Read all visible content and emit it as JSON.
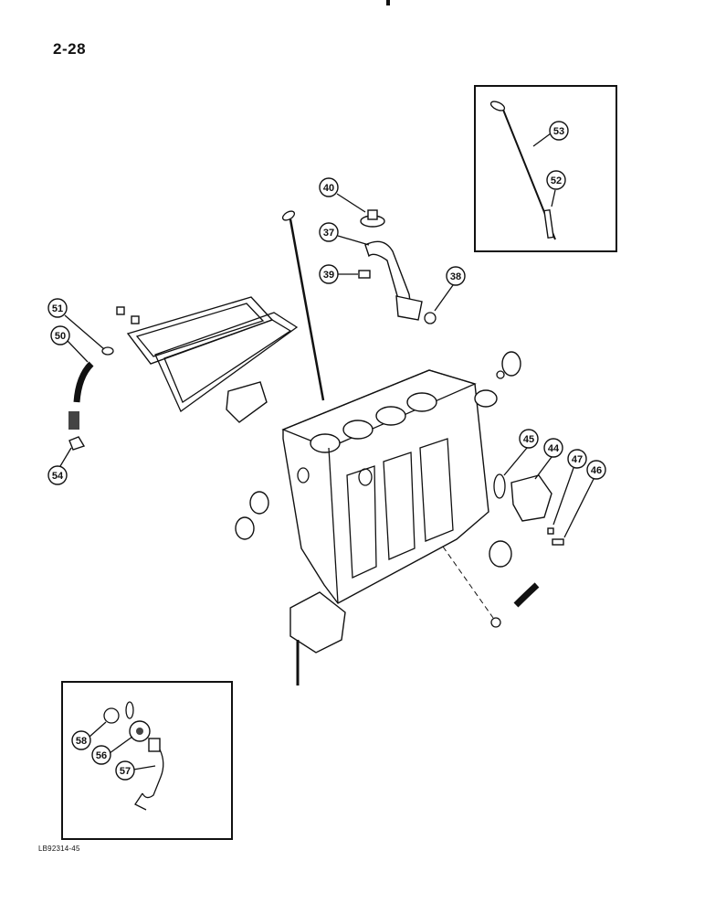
{
  "header": {
    "page_number": "2-28"
  },
  "footer": {
    "figure_code": "LB92314-45"
  },
  "callouts": {
    "c37": "37",
    "c38": "38",
    "c39": "39",
    "c40": "40",
    "c44": "44",
    "c45": "45",
    "c46": "46",
    "c47": "47",
    "c50": "50",
    "c51": "51",
    "c52": "52",
    "c53": "53",
    "c54": "54",
    "c56": "56",
    "c57": "57",
    "c58": "58"
  }
}
